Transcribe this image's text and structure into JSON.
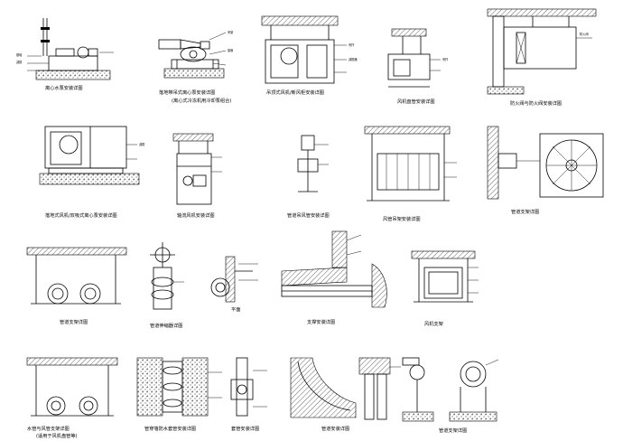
{
  "captions": [
    "离心水泵安装详图",
    "落地带吊式离心泵安装详图",
    "(离心式冷冻机用冷却泵组合)",
    "吊顶式风机/新风柜安装详图",
    "风机盘管安装详图",
    "防火阀与防火阀安装详图",
    "落地式风机/双吸式离心泵安装详图",
    "轴流风机安装详图",
    "管道吊风管安装详图",
    "风管吊架安装详图",
    "管道支架详图",
    "管道伸缩器详图",
    "平面",
    "支撑安装详图",
    "风机支架",
    "水管与风管支架详图",
    "(适用于风机盘管等)",
    "管穿墙防水套管安装详图",
    "套管安装详图",
    "管道安装详图",
    "管道支架详图"
  ],
  "colors": {
    "background": "#ffffff",
    "ink": "#000000"
  }
}
